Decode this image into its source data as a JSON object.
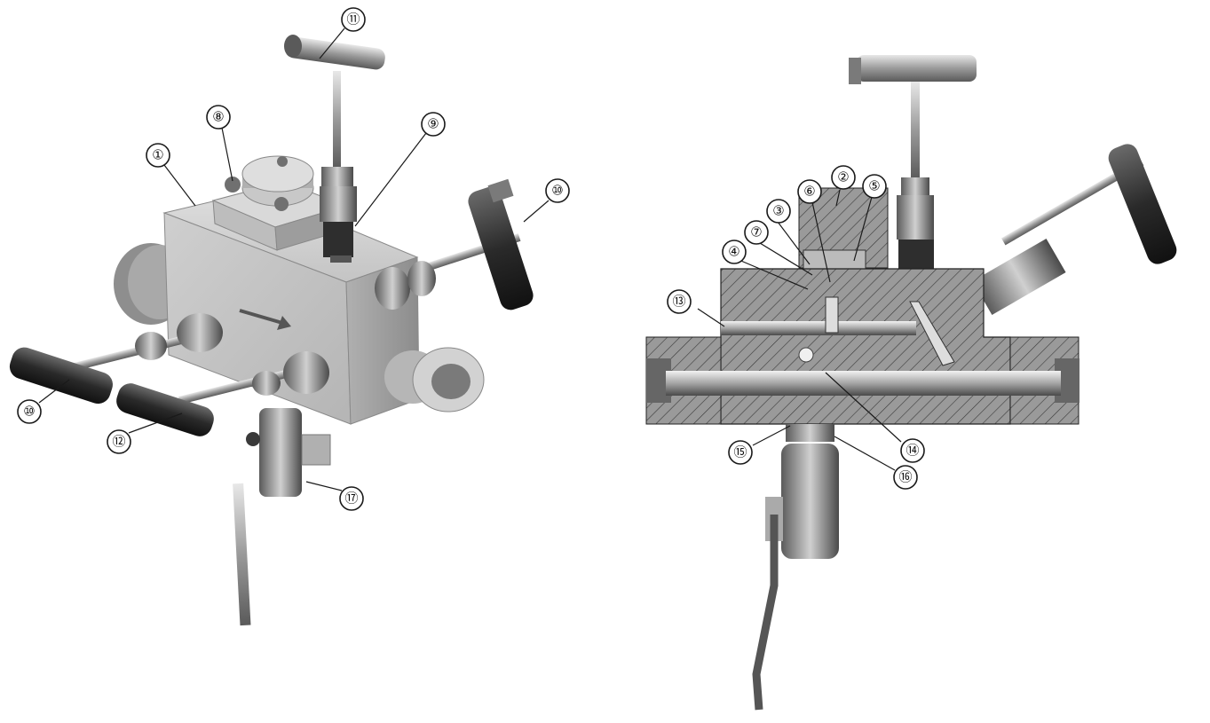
{
  "left_view": {
    "callouts": [
      {
        "id": "c1",
        "label": "①"
      },
      {
        "id": "c8",
        "label": "⑧"
      },
      {
        "id": "c9",
        "label": "⑨"
      },
      {
        "id": "c10a",
        "label": "⑩"
      },
      {
        "id": "c10b",
        "label": "⑩"
      },
      {
        "id": "c11",
        "label": "⑪"
      },
      {
        "id": "c12",
        "label": "⑫"
      },
      {
        "id": "c17",
        "label": "⑰"
      }
    ]
  },
  "right_view": {
    "callouts": [
      {
        "id": "c2",
        "label": "②"
      },
      {
        "id": "c3",
        "label": "③"
      },
      {
        "id": "c4",
        "label": "④"
      },
      {
        "id": "c5",
        "label": "⑤"
      },
      {
        "id": "c6",
        "label": "⑥"
      },
      {
        "id": "c7",
        "label": "⑦"
      },
      {
        "id": "c13",
        "label": "⑬"
      },
      {
        "id": "c14",
        "label": "⑭"
      },
      {
        "id": "c15",
        "label": "⑮"
      },
      {
        "id": "c16",
        "label": "⑯"
      }
    ]
  },
  "colors": {
    "body_light": "#c9c9c9",
    "body_mid": "#a8a8a8",
    "body_dark": "#7a7a7a",
    "handle_dark": "#2b2b2b",
    "section_fill": "#8f8f8f",
    "hatch": "#3a3a3a"
  }
}
